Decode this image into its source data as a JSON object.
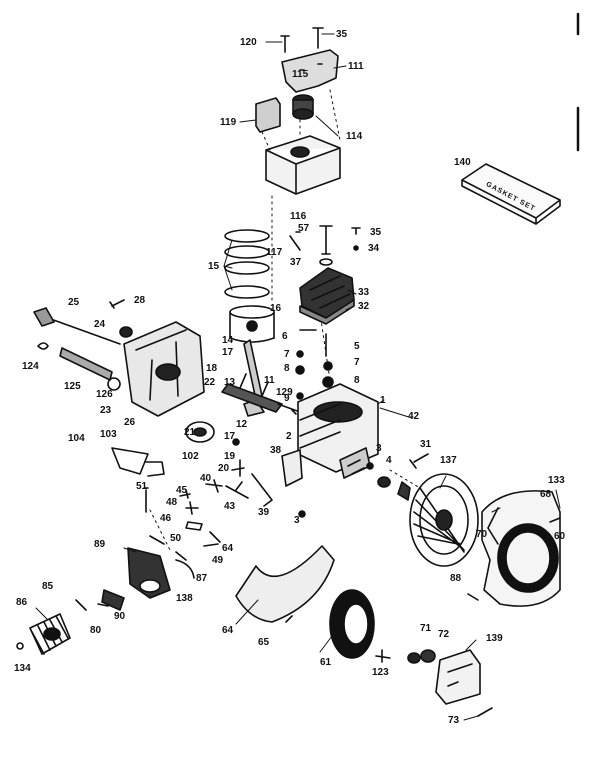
{
  "labels": {
    "p120": "120",
    "p35a": "35",
    "p111": "111",
    "p115": "115",
    "p119": "119",
    "p114": "114",
    "p140": "140",
    "p116": "116",
    "p57": "57",
    "p35b": "35",
    "p34": "34",
    "p117": "117",
    "p37": "37",
    "p15": "15",
    "p33": "33",
    "p32": "32",
    "p25": "25",
    "p28": "28",
    "p16": "16",
    "p24": "24",
    "p6": "6",
    "p5": "5",
    "p124": "124",
    "p14": "14",
    "p17a": "17",
    "p7a": "7",
    "p7b": "7",
    "p18": "18",
    "p8a": "8",
    "p8b": "8",
    "p22": "22",
    "p13": "13",
    "p11": "11",
    "p125": "125",
    "p126": "126",
    "p129": "129",
    "p9": "9",
    "p1": "1",
    "p23": "23",
    "p26": "26",
    "p12": "12",
    "p42": "42",
    "p21": "21",
    "p17b": "17",
    "p2": "2",
    "p104": "104",
    "p103": "103",
    "p31": "31",
    "p137": "137",
    "p3a": "3",
    "p4": "4",
    "p19": "19",
    "p102": "102",
    "p38": "38",
    "p20": "20",
    "p133": "133",
    "p40": "40",
    "p68a": "68",
    "p51": "51",
    "p45": "45",
    "p48": "48",
    "p43": "43",
    "p39": "39",
    "p46": "46",
    "p3b": "3",
    "p60": "60",
    "p70": "70",
    "p50": "50",
    "p64a": "64",
    "p49": "49",
    "p89": "89",
    "p87": "87",
    "p88": "88",
    "p138": "138",
    "p85": "85",
    "p90": "90",
    "p86": "86",
    "p80": "80",
    "p64b": "64",
    "p65": "65",
    "p71": "71",
    "p72": "72",
    "p139": "139",
    "p61": "61",
    "p123": "123",
    "p134": "134",
    "p73": "73"
  },
  "gasket_card_text": "GASKET SET"
}
